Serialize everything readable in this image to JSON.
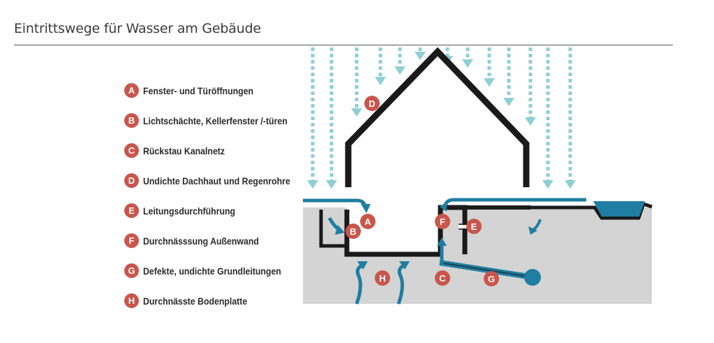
{
  "title": "Eintrittswege für Wasser am Gebäude",
  "colors": {
    "badge": "#c9564c",
    "water": "#1f7ea1",
    "rain": "#8ecfd3",
    "ground": "#d4d4d4",
    "wall": "#1a1a1a"
  },
  "legend": [
    {
      "letter": "A",
      "label": "Fenster- und Türöffnungen"
    },
    {
      "letter": "B",
      "label": "Lichtschächte, Kellerfenster /-türen"
    },
    {
      "letter": "C",
      "label": "Rückstau Kanalnetz"
    },
    {
      "letter": "D",
      "label": "Undichte Dachhaut und Regenrohre"
    },
    {
      "letter": "E",
      "label": "Leitungsdurchführung"
    },
    {
      "letter": "F",
      "label": "Durchnässsung Außenwand"
    },
    {
      "letter": "G",
      "label": "Defekte, undichte Grundleitungen"
    },
    {
      "letter": "H",
      "label": "Durchnässte Bodenplatte"
    }
  ],
  "markers": {
    "A": "A",
    "B": "B",
    "C": "C",
    "D": "D",
    "E": "E",
    "F": "F",
    "G": "G",
    "H": "H"
  }
}
